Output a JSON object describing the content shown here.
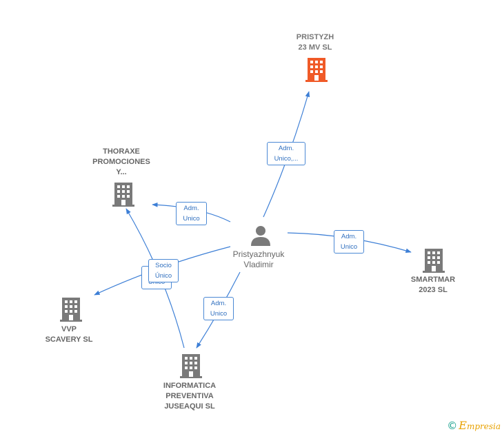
{
  "colors": {
    "edge": "#3d7fd6",
    "building": "#7a7a7a",
    "highlight": "#f05a28",
    "person": "#7a7a7a"
  },
  "center": {
    "name": "Pristyazhnyuk\nVladimir",
    "icon": "person-icon"
  },
  "companies": [
    {
      "id": "pristyzh",
      "label": "PRISTYZH\n23 MV  SL",
      "icon": "building-icon",
      "highlight": true
    },
    {
      "id": "thoraxe",
      "label": "THORAXE\nPROMOCIONES\nY...",
      "icon": "building-icon"
    },
    {
      "id": "smartmar",
      "label": "SMARTMAR\n2023  SL",
      "icon": "building-icon"
    },
    {
      "id": "vvp",
      "label": "VVP\nSCAVERY  SL",
      "icon": "building-icon"
    },
    {
      "id": "informatica",
      "label": "INFORMATICA\nPREVENTIVA\nJUSEAQUI  SL",
      "icon": "building-icon"
    }
  ],
  "edges": [
    {
      "id": "e-pristyzh",
      "label": "Adm.\nUnico,..."
    },
    {
      "id": "e-thoraxe",
      "label": "Adm.\nUnico"
    },
    {
      "id": "e-smartmar",
      "label": "Adm.\nUnico"
    },
    {
      "id": "e-informatica",
      "label": "Adm.\nUnico"
    },
    {
      "id": "e-vvp-back",
      "label": "Único"
    },
    {
      "id": "e-vvp",
      "label": "Socio\nÚnico"
    }
  ],
  "brand": {
    "copyright": "©",
    "e": "E",
    "rest": "mpresia"
  }
}
